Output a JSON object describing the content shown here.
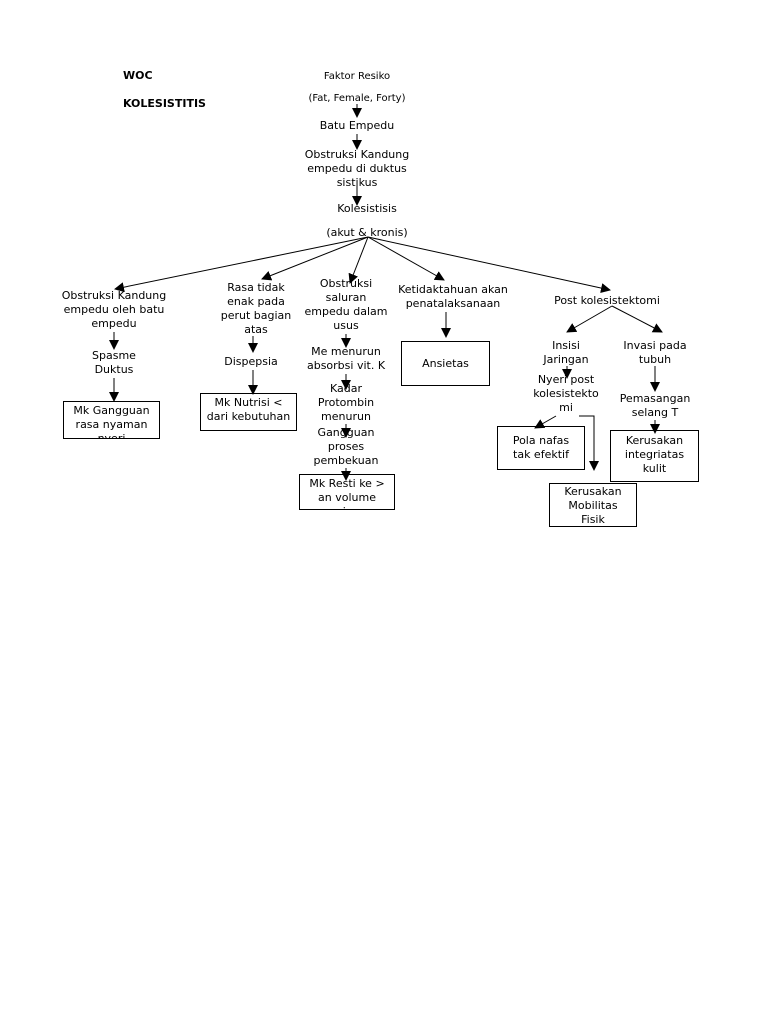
{
  "header": {
    "woc": "WOC",
    "kolesistitis": "KOLESISTITIS"
  },
  "nodes": {
    "faktor_resiko": "Faktor Resiko",
    "fat_female_forty": "(Fat, Female, Forty)",
    "batu_empedu": "Batu Empedu",
    "obstruksi_kandung_sistikus": "Obstruksi Kandung\nempedu di duktus\nsistikus",
    "kolesistisis": "Kolesistisis",
    "akut_kronis": "(akut & kronis)",
    "obstruksi_kandung_batu": "Obstruksi Kandung\nempedu oleh batu\nempedu",
    "spasme_duktus": "Spasme\nDuktus",
    "rasa_tidak_enak": "Rasa tidak\nenak pada\nperut bagian\natas",
    "dispepsia": "Dispepsia",
    "obstruksi_saluran": "Obstruksi\nsaluran\nempedu dalam\nusus",
    "me_menurun_absorbsi": "Me menurun\nabsorbsi vit. K",
    "kadar_protombin": "Kadar\nProtombin\nmenurun",
    "gangguan_proses": "Gangguan\nproses\npembekuan",
    "ketidaktahuan": "Ketidaktahuan akan\npenatalaksanaan",
    "post_kolesistektomi": "Post kolesistektomi",
    "insisi_jaringan": "Insisi\nJaringan",
    "nyeri_post": "Nyeri post\nkolesistekto\nmi",
    "invasi_tubuh": "Invasi pada\ntubuh",
    "pemasangan_selang": "Pemasangan\nselang T"
  },
  "boxes": {
    "mk_gangguan_rasa": "Mk Gangguan\nrasa nyaman\nnyeri",
    "mk_nutrisi": "Mk Nutrisi <\ndari kebutuhan",
    "mk_resti": "Mk Resti ke >\nan volume\ncairan",
    "ansietas": "Ansietas",
    "pola_nafas": "Pola nafas\ntak efektif",
    "kerusakan_mobilitas": "Kerusakan\nMobilitas\nFisik",
    "kerusakan_integriatas": "Kerusakan\nintegriatas\nkulit"
  }
}
